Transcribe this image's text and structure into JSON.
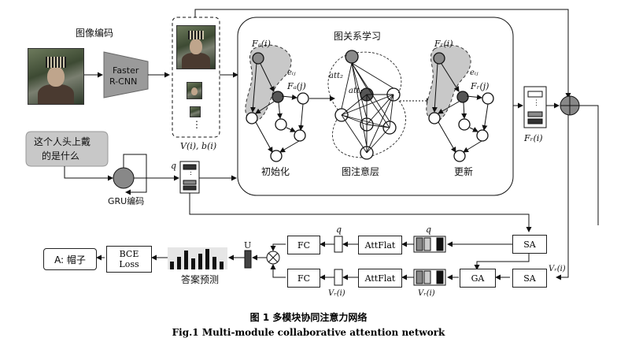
{
  "image_encoding": {
    "label": "图像编码"
  },
  "faster_rcnn": {
    "label1": "Faster",
    "label2": "R-CNN"
  },
  "region_features": {
    "label": "V(i), b(i)",
    "ellipsis": "⋮"
  },
  "question": {
    "text_line1": "这个人头上戴",
    "text_line2": "的是什么"
  },
  "gru": {
    "label": "GRU编码",
    "q": "q",
    "ellipsis": "⋮"
  },
  "graph": {
    "title": "图关系学习",
    "init_label": "初始化",
    "attention_label": "图注意层",
    "update_label": "更新",
    "fa_i": "Fₐ(i)",
    "fa_j": "Fₐ(j)",
    "fa_eij": "eᵢⱼ",
    "att1": "att₁",
    "att2": "att₂",
    "fr_i": "Fᵣ(i)",
    "fr_j": "Fᵣ(j)",
    "fr_eij": "eᵢⱼ",
    "fr_out": "Fᵣ(i)"
  },
  "modules": {
    "sa_top": "SA",
    "sa_bottom": "SA",
    "ga": "GA",
    "attflat_top": "AttFlat",
    "attflat_bottom": "AttFlat",
    "fc_top": "FC",
    "fc_bottom": "FC",
    "bce": "BCE",
    "bce2": "Loss",
    "answer": "A: 帽子",
    "answer_pred": "答案预测",
    "u": "U",
    "q_top1": "q",
    "q_top2": "q",
    "vr_a": "Vᵣ(i)",
    "vr_b": "Vᵣ(i)",
    "vr_c": "Vᵣ(i)"
  },
  "caption": {
    "cn": "图 1   多模块协同注意力网络",
    "en": "Fig.1    Multi-module collaborative attention network"
  },
  "colors": {
    "node_dark": "#555555",
    "node_gray": "#8a8a8a",
    "region_fill": "#c8c8c8",
    "question_fill": "#c8c8c8"
  }
}
